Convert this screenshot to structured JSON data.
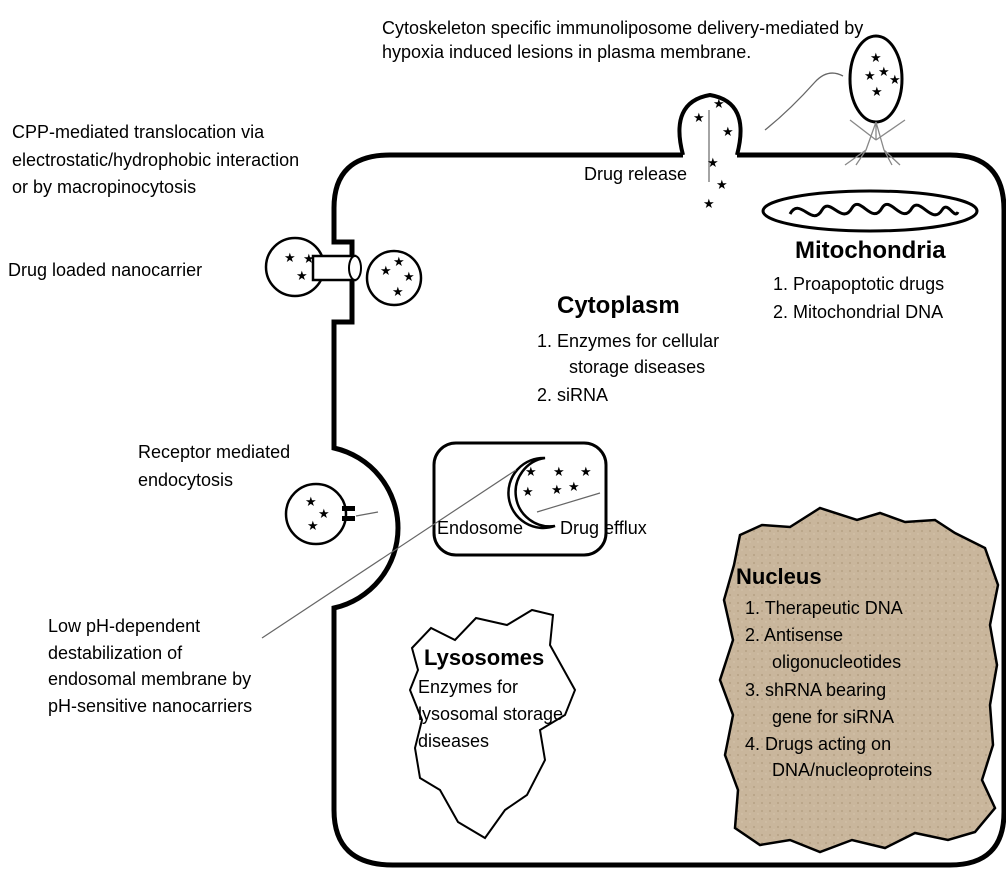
{
  "colors": {
    "nucleus_fill": "#c8b59b",
    "outline": "#000000",
    "line": "#666666"
  },
  "labels": {
    "immunoliposome_line1": "Cytoskeleton specific immunoliposome delivery-mediated by",
    "immunoliposome_line2": "hypoxia induced lesions in plasma membrane.",
    "cpp_line1": "CPP-mediated translocation via",
    "cpp_line2": "electrostatic/hydrophobic interaction",
    "cpp_line3": "or by macropinocytosis",
    "nanocarrier": "Drug loaded nanocarrier",
    "drug_release": "Drug release",
    "receptor_line1": "Receptor mediated",
    "receptor_line2": "endocytosis",
    "endosome": "Endosome",
    "drug_efflux": "Drug efflux",
    "lowph_line1": "Low pH-dependent",
    "lowph_line2": "destabilization of",
    "lowph_line3": "endosomal membrane by",
    "lowph_line4": "pH-sensitive nanocarriers"
  },
  "mitochondria": {
    "title": "Mitochondria",
    "items": [
      "1.  Proapoptotic drugs",
      "2.  Mitochondrial DNA"
    ]
  },
  "cytoplasm": {
    "title": "Cytoplasm",
    "items": [
      "1.  Enzymes for cellular",
      "storage diseases",
      "2.  siRNA"
    ]
  },
  "lysosomes": {
    "title": "Lysosomes",
    "lines": [
      "Enzymes for",
      "lysosomal  storage",
      "diseases"
    ]
  },
  "nucleus": {
    "title": "Nucleus",
    "items": [
      "1.  Therapeutic DNA",
      "2.  Antisense",
      "oligonucleotides",
      "3.  shRNA bearing",
      "gene for siRNA",
      "4.  Drugs acting on",
      "DNA/nucleoproteins"
    ]
  },
  "star_glyph": "★"
}
